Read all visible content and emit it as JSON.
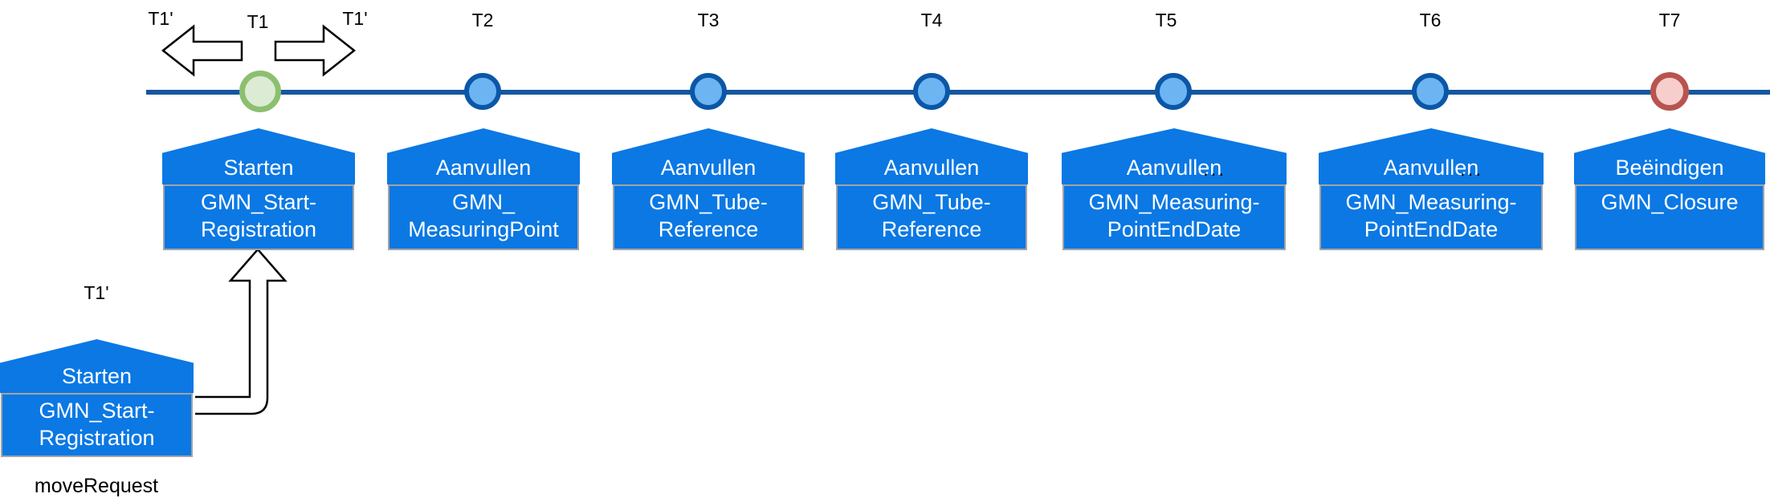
{
  "diagram_title": "GMN event timeline with house-shaped message shapes",
  "colors": {
    "house_blue": "#0b78e4",
    "house_body_border": "#a3a3a3",
    "timeline_line": "#15579f",
    "node_blue_fill": "#6db4f2",
    "node_blue_border": "#0a57a8",
    "node_start_fill": "#dcebd4",
    "node_start_border": "#8cbf70",
    "node_end_fill": "#f8cecc",
    "node_end_border": "#b85450",
    "text_on_blue": "#ffffff",
    "text_black": "#000000"
  },
  "move_arrows": {
    "left_label": "T1'",
    "right_label": "T1'"
  },
  "nodes": [
    {
      "label": "T1",
      "type": "start"
    },
    {
      "label": "T2",
      "type": "intermediate"
    },
    {
      "label": "T3",
      "type": "intermediate"
    },
    {
      "label": "T4",
      "type": "intermediate"
    },
    {
      "label": "T5",
      "type": "intermediate"
    },
    {
      "label": "T6",
      "type": "intermediate"
    },
    {
      "label": "T7",
      "type": "end"
    }
  ],
  "houses": [
    {
      "roof": "Starten",
      "body_line1": "GMN_Start-",
      "body_line2": "Registration"
    },
    {
      "roof": "Aanvullen",
      "body_line1": "GMN_",
      "body_line2": "MeasuringPoint"
    },
    {
      "roof": "Aanvullen",
      "body_line1": "GMN_Tube-",
      "body_line2": "Reference"
    },
    {
      "roof": "Aanvullen",
      "body_line1": "GMN_Tube-",
      "body_line2": "Reference"
    },
    {
      "roof": "Aanvullen",
      "roof_suffix": "...",
      "body_line1": "GMN_Measuring-",
      "body_line2": "PointEndDate"
    },
    {
      "roof": "Aanvullen",
      "roof_suffix": "...",
      "body_line1": "GMN_Measuring-",
      "body_line2": "PointEndDate"
    },
    {
      "roof": "Beëindigen",
      "body_line1": "GMN_Closure",
      "body_line2": ""
    }
  ],
  "detached_house": {
    "label_above": "T1'",
    "roof": "Starten",
    "body_line1": "GMN_Start-",
    "body_line2": "Registration",
    "caption": "moveRequest"
  }
}
